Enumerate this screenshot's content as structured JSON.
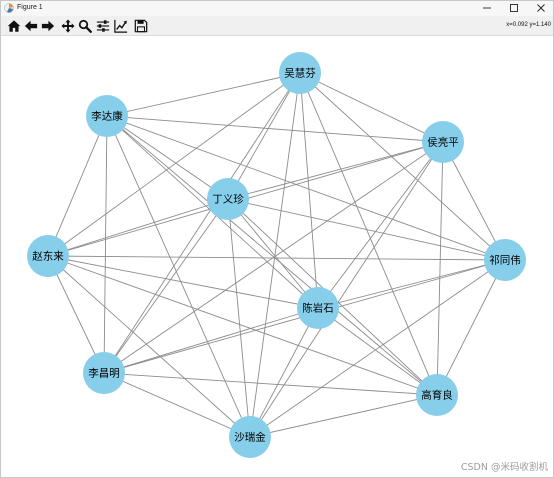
{
  "window": {
    "title": "Figure 1",
    "app_icon": "matplotlib-logo-icon",
    "controls": [
      "minimize-icon",
      "maximize-icon",
      "close-icon"
    ]
  },
  "toolbar": {
    "buttons": [
      {
        "icon": "home-icon"
      },
      {
        "icon": "back-arrow-icon"
      },
      {
        "icon": "forward-arrow-icon"
      },
      {
        "icon": "pan-move-icon"
      },
      {
        "icon": "zoom-magnifier-icon"
      },
      {
        "icon": "subplots-sliders-icon"
      },
      {
        "icon": "edit-axes-icon"
      },
      {
        "icon": "save-floppy-icon"
      }
    ],
    "cursor_readout": "x=0.092 y=1.140"
  },
  "graph": {
    "type": "network",
    "nodes": [
      {
        "label": "吴慧芬"
      },
      {
        "label": "李达康"
      },
      {
        "label": "侯亮平"
      },
      {
        "label": "丁义珍"
      },
      {
        "label": "赵东来"
      },
      {
        "label": "祁同伟"
      },
      {
        "label": "陈岩石"
      },
      {
        "label": "李昌明"
      },
      {
        "label": "高育良"
      },
      {
        "label": "沙瑞金"
      }
    ],
    "edges": [
      [
        0,
        1
      ],
      [
        0,
        2
      ],
      [
        0,
        3
      ],
      [
        0,
        4
      ],
      [
        0,
        5
      ],
      [
        0,
        6
      ],
      [
        0,
        7
      ],
      [
        0,
        8
      ],
      [
        0,
        9
      ],
      [
        1,
        2
      ],
      [
        1,
        3
      ],
      [
        1,
        4
      ],
      [
        1,
        5
      ],
      [
        1,
        6
      ],
      [
        1,
        7
      ],
      [
        1,
        8
      ],
      [
        1,
        9
      ],
      [
        2,
        3
      ],
      [
        2,
        4
      ],
      [
        2,
        5
      ],
      [
        2,
        6
      ],
      [
        2,
        7
      ],
      [
        2,
        8
      ],
      [
        2,
        9
      ],
      [
        3,
        4
      ],
      [
        3,
        5
      ],
      [
        3,
        6
      ],
      [
        3,
        7
      ],
      [
        3,
        8
      ],
      [
        3,
        9
      ],
      [
        4,
        5
      ],
      [
        4,
        6
      ],
      [
        4,
        7
      ],
      [
        4,
        8
      ],
      [
        4,
        9
      ],
      [
        5,
        6
      ],
      [
        5,
        7
      ],
      [
        5,
        8
      ],
      [
        5,
        9
      ],
      [
        6,
        7
      ],
      [
        6,
        8
      ],
      [
        6,
        9
      ],
      [
        7,
        8
      ],
      [
        7,
        9
      ],
      [
        8,
        9
      ]
    ],
    "node_color": "#87CEEB",
    "edge_color": "#8c8c8c",
    "label_color": "#000000"
  },
  "watermark": {
    "text": "CSDN @米码收割机"
  }
}
